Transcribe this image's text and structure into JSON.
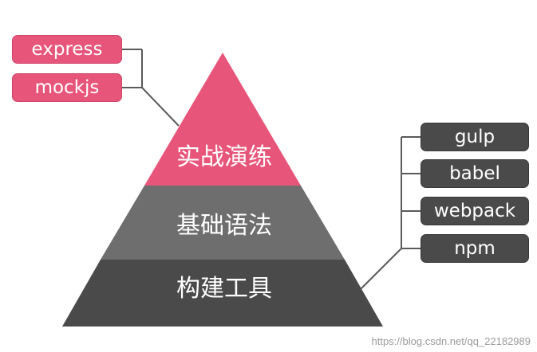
{
  "pyramid": {
    "top": {
      "label": "实战演练",
      "color": "#e8557a"
    },
    "middle": {
      "label": "基础语法",
      "color": "#6e6e6e"
    },
    "bottom": {
      "label": "构建工具",
      "color": "#4a4a4a"
    }
  },
  "left_tags": [
    {
      "label": "express"
    },
    {
      "label": "mockjs"
    }
  ],
  "right_tags": [
    {
      "label": "gulp"
    },
    {
      "label": "babel"
    },
    {
      "label": "webpack"
    },
    {
      "label": "npm"
    }
  ],
  "connector_color": "#5a5a5a",
  "watermark": "https://blog.csdn.net/qq_22182989"
}
